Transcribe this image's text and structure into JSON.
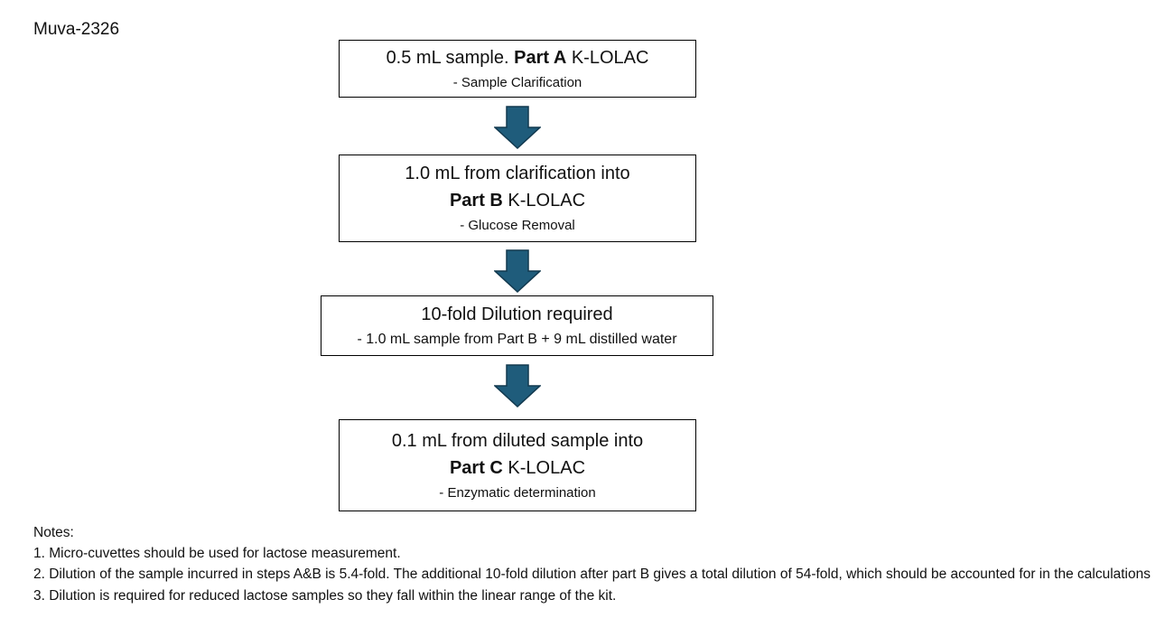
{
  "page": {
    "title": "Muva-2326"
  },
  "flowchart": {
    "arrow_icon": "down-arrow",
    "arrow_fill": "#1F5C7B",
    "arrow_stroke": "#12394F",
    "box_border_color": "#000000",
    "steps": [
      {
        "line1_prefix": "0.5 mL sample. ",
        "line1_bold": "Part A",
        "line1_suffix": " K-LOLAC",
        "subtitle": "- Sample Clarification"
      },
      {
        "line1": "1.0 mL from clarification into",
        "line2_bold": "Part B",
        "line2_suffix": " K-LOLAC",
        "subtitle": "- Glucose Removal"
      },
      {
        "line1": "10-fold Dilution required",
        "subtitle": "- 1.0 mL sample from Part B + 9 mL distilled water"
      },
      {
        "line1": "0.1 mL from diluted sample into",
        "line2_bold": "Part C",
        "line2_suffix": " K-LOLAC",
        "subtitle": "- Enzymatic determination"
      }
    ]
  },
  "notes": {
    "heading": "Notes:",
    "items": [
      "1. Micro-cuvettes should be used for lactose measurement.",
      "2. Dilution of the sample incurred in steps A&B is 5.4-fold. The additional 10-fold dilution after part B gives a total dilution of 54-fold, which should be accounted for in the calculations",
      "3. Dilution is required for reduced lactose samples so they fall within the linear range of the kit."
    ]
  }
}
